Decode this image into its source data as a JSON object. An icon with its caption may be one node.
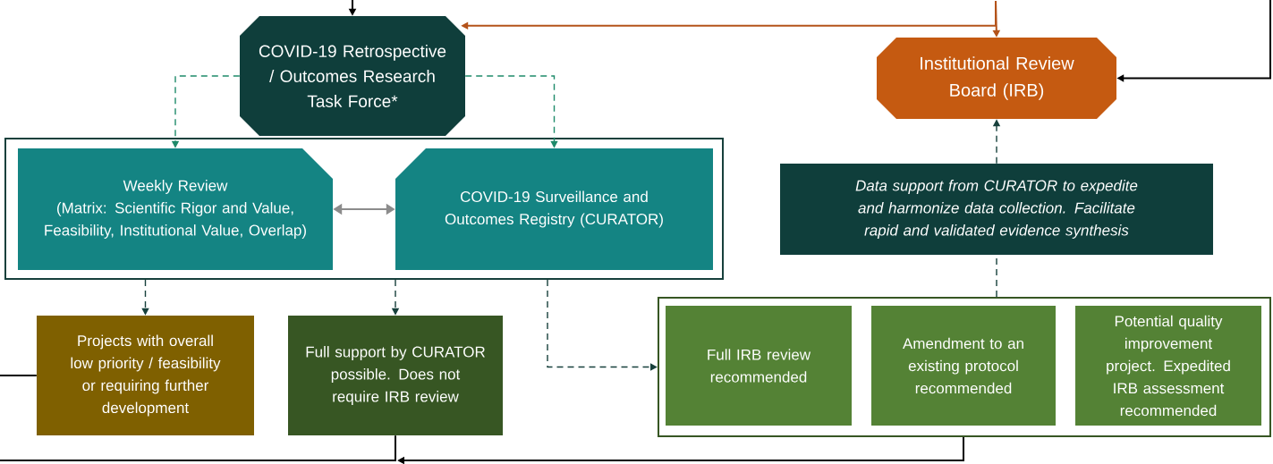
{
  "diagram": {
    "nodes": [
      {
        "text": [
          "COVID-19 Retrospective / Outcomes Research Task Force*"
        ]
      },
      {
        "text": [
          "Institutional Review Board (IRB)"
        ]
      },
      {
        "text": [],
        "shape": "box"
      },
      {
        "text": [
          "Weekly Review",
          "(Matrix: Scientific Rigor and Value, Feasibility, Institutional Value, Overlap)"
        ],
        "in": 2
      },
      {
        "text": [
          "COVID-19 Surveillance and Outcomes Registry (CURATOR)"
        ],
        "in": 2
      },
      {
        "text": [
          "Data support from CURATOR to expedite and harmonize data collection. Facilitate rapid and validated evidence synthesis"
        ]
      },
      {
        "text": [
          "Projects with overall low priority / feasibility or requiring further development"
        ]
      },
      {
        "text": [
          "Full support by CURATOR possible. Does not require IRB review"
        ]
      },
      {
        "text": [],
        "shape": "box"
      },
      {
        "text": [
          "Full IRB review recommended"
        ],
        "in": 8
      },
      {
        "text": [
          "Amendment to an existing protocol recommended"
        ],
        "in": 8
      },
      {
        "text": [
          "Potential quality improvement project. Expedited IRB assessment recommended"
        ],
        "in": 8
      }
    ],
    "edges": [
      {
        "from": null,
        "to": 0,
        "arrow": "to"
      },
      {
        "from": null,
        "to": 0,
        "arrow": "to",
        "color": "#b4531a"
      },
      {
        "from": null,
        "to": 1,
        "arrow": "to",
        "color": "#b4531a"
      },
      {
        "from": null,
        "to": 1,
        "arrow": "to"
      },
      {
        "from": 0,
        "to": 3,
        "arrow": "to",
        "style": "dashed",
        "color": "#1e8a6a"
      },
      {
        "from": 0,
        "to": 4,
        "arrow": "to",
        "style": "dashed",
        "color": "#1e8a6a"
      },
      {
        "from": 3,
        "to": 4,
        "arrow": "both",
        "color": "#8c8c8c"
      },
      {
        "from": 2,
        "to": 6,
        "arrow": "to",
        "style": "dashed",
        "color": "#17403c"
      },
      {
        "from": 2,
        "to": 7,
        "arrow": "to",
        "style": "dashed",
        "color": "#17403c"
      },
      {
        "from": 2,
        "to": 8,
        "arrow": "to",
        "style": "dashed",
        "color": "#17403c"
      },
      {
        "from": 8,
        "to": 5,
        "arrow": "none",
        "style": "dashed",
        "color": "#17403c"
      },
      {
        "from": 5,
        "to": 1,
        "arrow": "to",
        "style": "dashed",
        "color": "#17403c"
      },
      {
        "from": 6,
        "to": null,
        "arrow": "none"
      },
      {
        "from": 7,
        "to": null,
        "arrow": "none"
      },
      {
        "from": 8,
        "to": null,
        "arrow": "to"
      }
    ]
  }
}
